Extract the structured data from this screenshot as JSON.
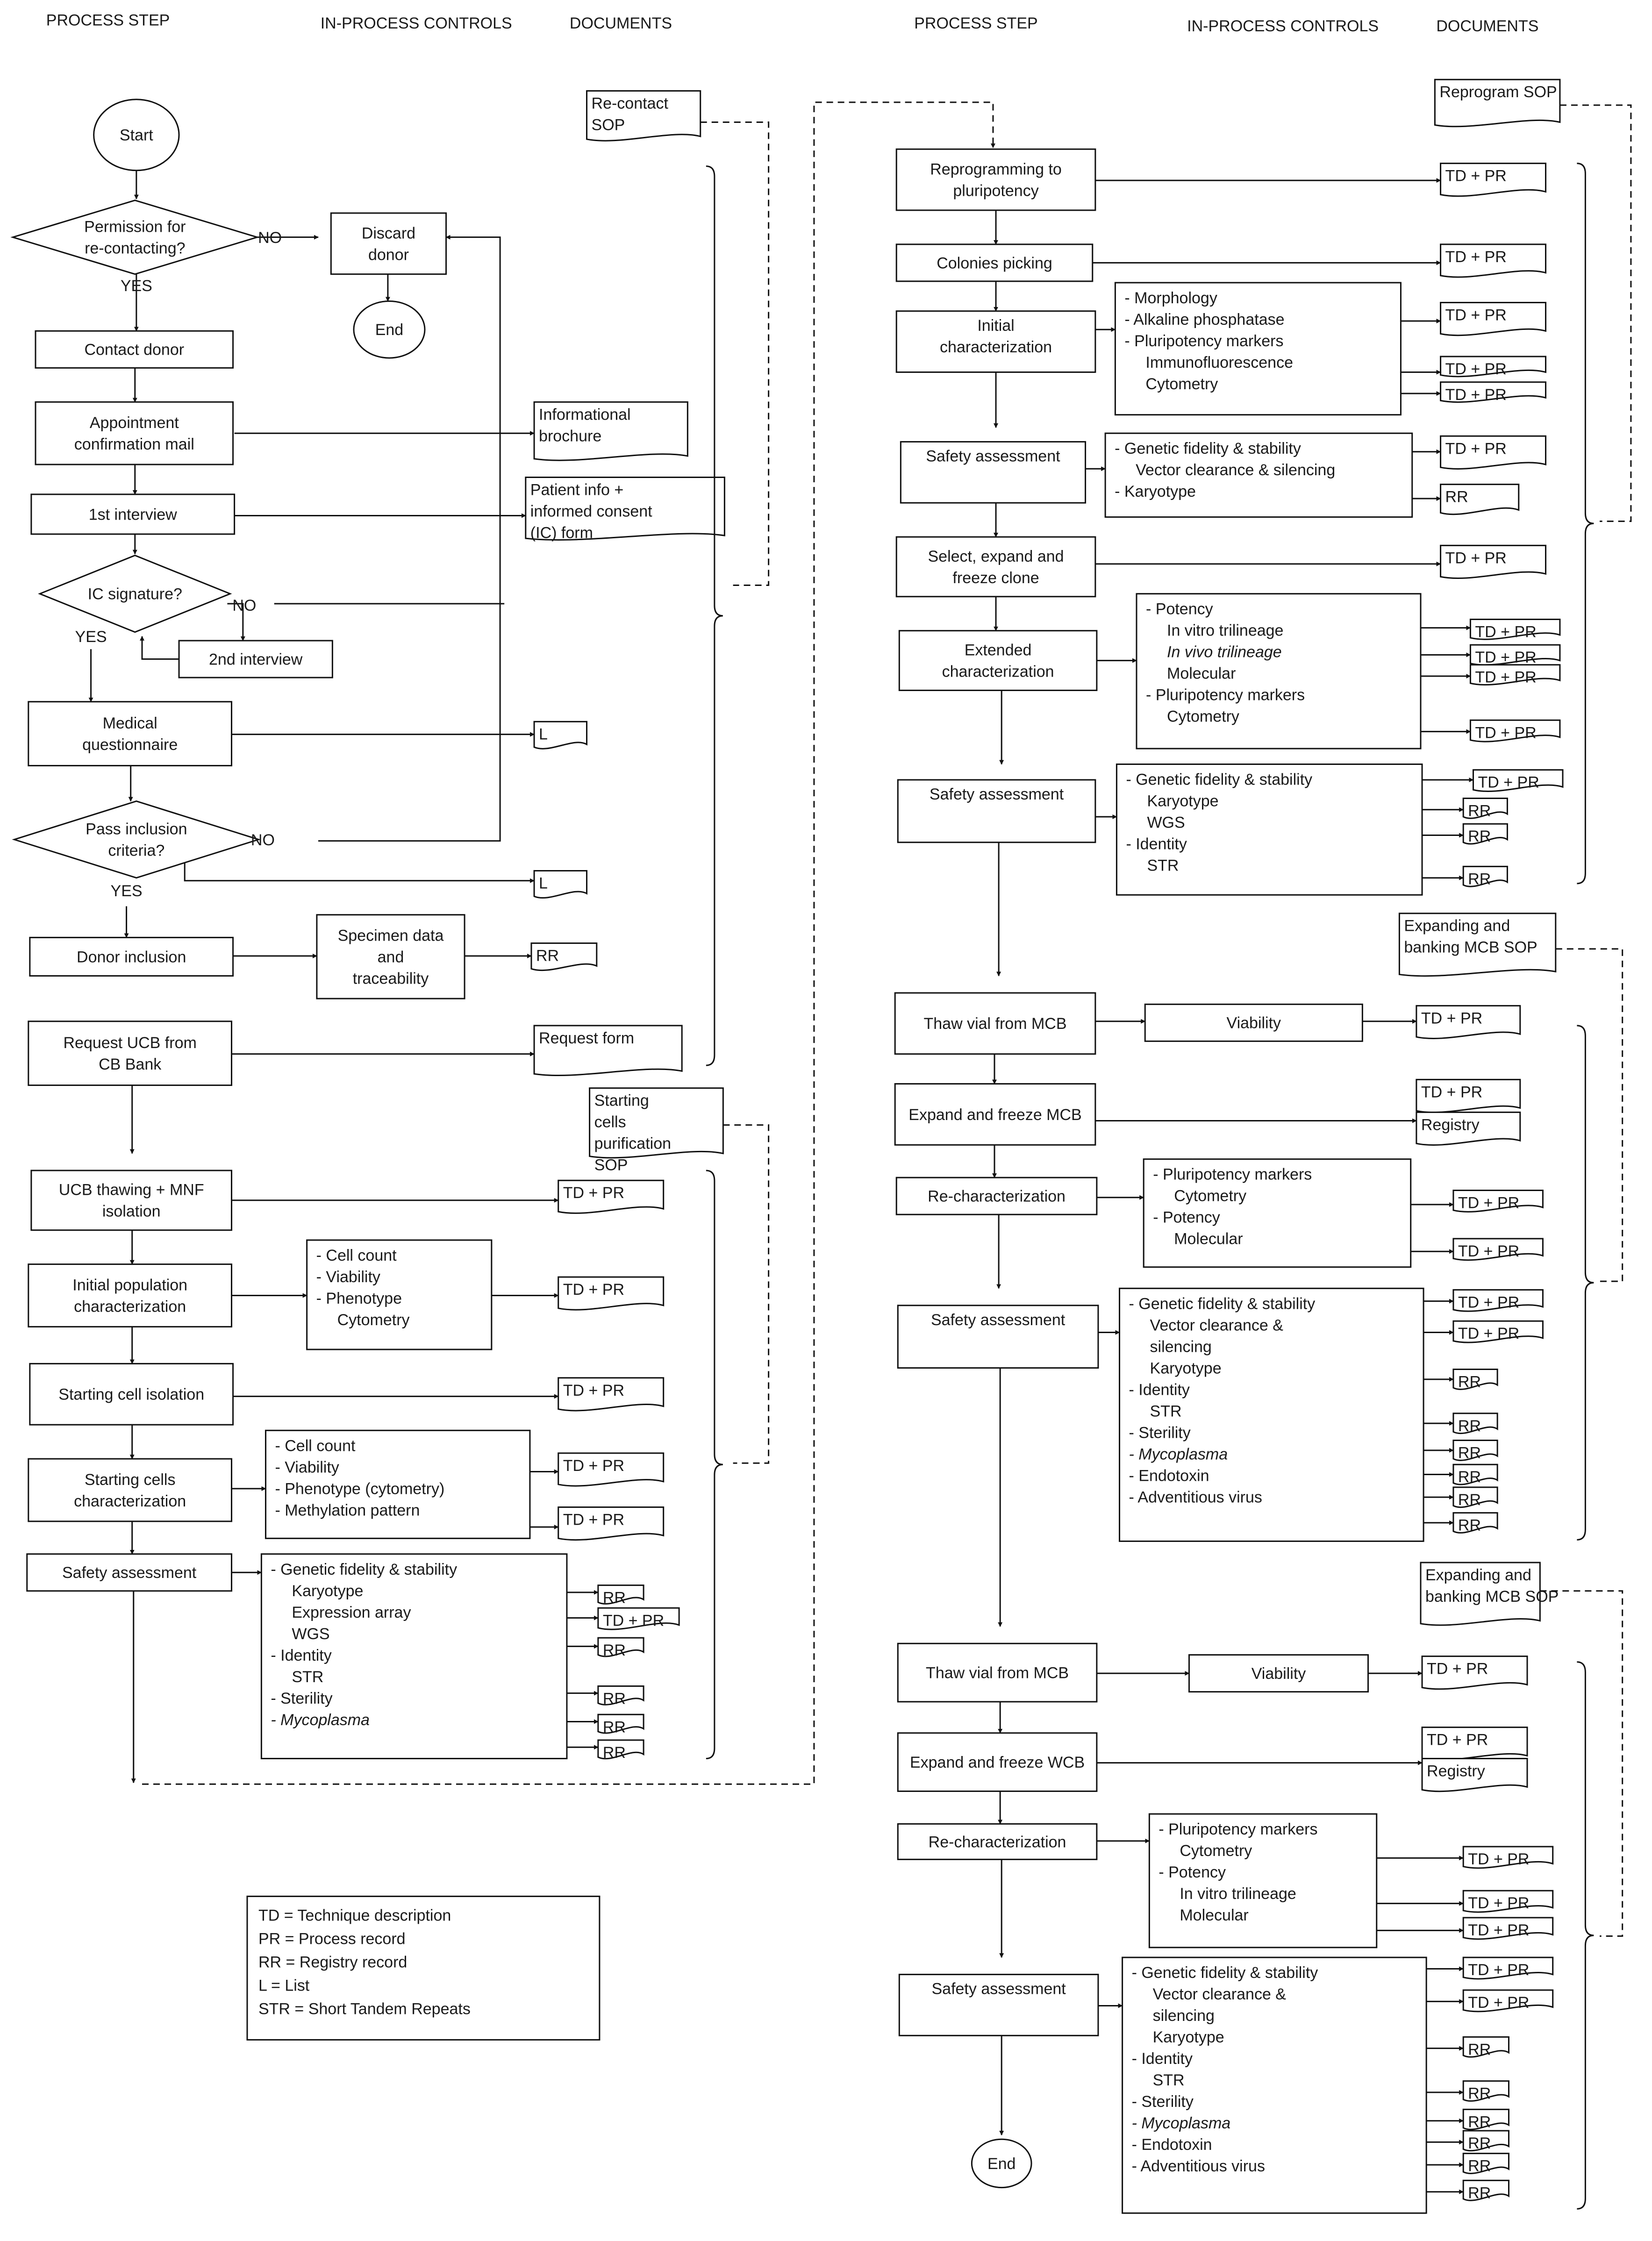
{
  "headers": {
    "left": {
      "process_step": "PROCESS STEP",
      "in_process_controls": "IN-PROCESS CONTROLS",
      "documents": "DOCUMENTS"
    },
    "right": {
      "process_step": "PROCESS STEP",
      "in_process_controls": "IN-PROCESS CONTROLS",
      "documents": "DOCUMENTS"
    }
  },
  "legend": [
    "TD = Technique description",
    "PR = Process record",
    "RR = Registry record",
    "L = List",
    "STR = Short Tandem Repeats"
  ],
  "labels": {
    "yes": "YES",
    "no": "NO"
  },
  "left_column": {
    "start": "Start",
    "end": "End",
    "permission": "Permission for re-contacting?",
    "discard": "Discard donor",
    "contact": "Contact donor",
    "appointment": "Appointment confirmation mail",
    "interview1": "1st interview",
    "ic_signature": "IC signature?",
    "interview2": "2nd interview",
    "medical": "Medical questionnaire",
    "pass_inclusion": "Pass inclusion criteria?",
    "donor_inclusion": "Donor inclusion",
    "specimen": "Specimen data and traceability",
    "request_ucb": "Request UCB from CB Bank",
    "ucb_thawing": "UCB thawing + MNF isolation",
    "initial_pop": "Initial population characterization",
    "starting_isolation": "Starting cell isolation",
    "starting_char": "Starting cells characterization",
    "safety": "Safety assessment",
    "ctrl_initial_pop": [
      "- Cell count",
      "- Viability",
      "- Phenotype",
      "Cytometry"
    ],
    "ctrl_starting_char": [
      "- Cell count",
      "- Viability",
      "- Phenotype (cytometry)",
      "- Methylation pattern"
    ],
    "ctrl_safety": [
      "- Genetic fidelity & stability",
      "Karyotype",
      "Expression array",
      "WGS",
      "- Identity",
      "STR",
      "- Sterility",
      "- Mycoplasma"
    ],
    "docs": {
      "recontact_sop": "Re-contact SOP",
      "brochure": "Informational brochure",
      "patient_info": "Patient info + informed consent (IC) form",
      "list": "L",
      "rr": "RR",
      "request_form": "Request form",
      "starting_sop": "Starting cells purification SOP",
      "td_pr": "TD + PR"
    }
  },
  "right_column": {
    "reprogramming": "Reprogramming to pluripotency",
    "colonies": "Colonies picking",
    "initial_char": "Initial characterization",
    "safety": "Safety assessment",
    "select_expand": "Select, expand and freeze clone",
    "extended_char": "Extended characterization",
    "thaw_mcb": "Thaw vial from MCB",
    "expand_mcb": "Expand and freeze MCB",
    "recharacterization": "Re-characterization",
    "expand_wcb": "Expand and freeze WCB",
    "end": "End",
    "viability": "Viability",
    "ctrl_initial": [
      "- Morphology",
      "- Alkaline phosphatase",
      "- Pluripotency markers",
      "Immunofluorescence",
      "Cytometry"
    ],
    "ctrl_safety1": [
      "- Genetic fidelity & stability",
      "Vector clearance & silencing",
      "- Karyotype"
    ],
    "ctrl_extended": [
      "- Potency",
      "In vitro trilineage",
      "In vivo trilineage",
      "Molecular",
      "- Pluripotency markers",
      "Cytometry"
    ],
    "ctrl_safety2": [
      "- Genetic fidelity & stability",
      "Karyotype",
      "WGS",
      "- Identity",
      "STR"
    ],
    "ctrl_rechar1": [
      "- Pluripotency markers",
      "Cytometry",
      "- Potency",
      "Molecular"
    ],
    "ctrl_safety3": [
      "- Genetic fidelity & stability",
      "Vector clearance &",
      "silencing",
      "Karyotype",
      "- Identity",
      "STR",
      "- Sterility",
      "- Mycoplasma",
      "- Endotoxin",
      "- Adventitious virus"
    ],
    "ctrl_rechar2": [
      "- Pluripotency markers",
      "Cytometry",
      "- Potency",
      "In vitro trilineage",
      "Molecular"
    ],
    "ctrl_safety4": [
      "- Genetic fidelity & stability",
      "Vector clearance &",
      "silencing",
      "Karyotype",
      "- Identity",
      "STR",
      "- Sterility",
      "- Mycoplasma",
      "- Endotoxin",
      "- Adventitious virus"
    ],
    "docs": {
      "reprogram_sop": "Reprogram SOP",
      "td_pr": "TD + PR",
      "rr": "RR",
      "registry": "Registry",
      "expanding_mcb_sop": "Expanding and banking MCB SOP",
      "expanding_mcb_sop2": "Expanding and banking MCB SOP"
    }
  }
}
